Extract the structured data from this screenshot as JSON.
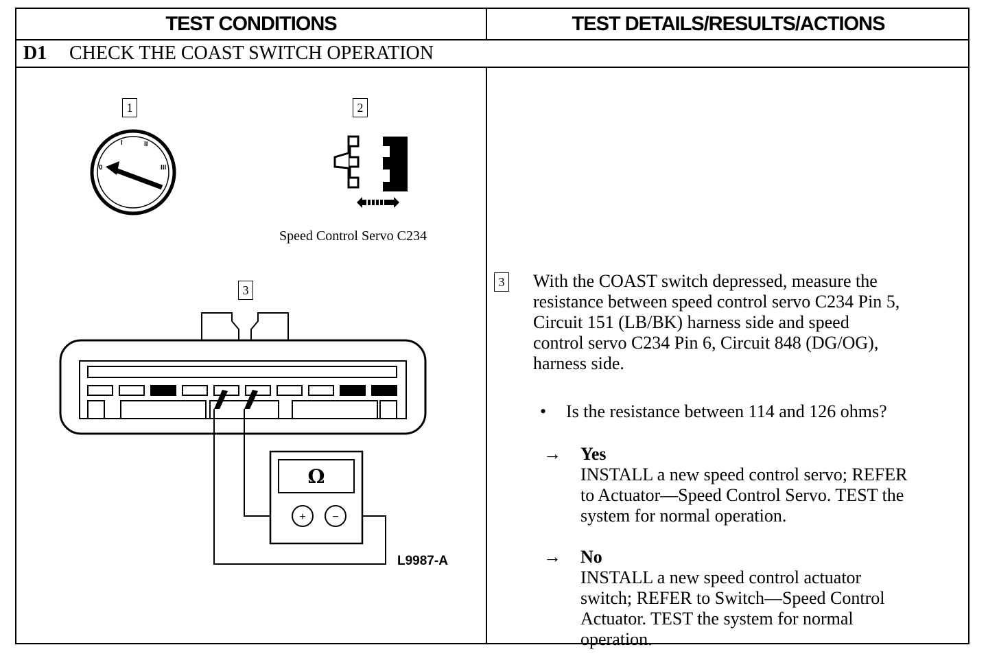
{
  "header": {
    "left": "TEST CONDITIONS",
    "right": "TEST DETAILS/RESULTS/ACTIONS"
  },
  "step": {
    "id": "D1",
    "title": "CHECK THE COAST SWITCH OPERATION"
  },
  "figure": {
    "callouts": [
      "1",
      "2",
      "3"
    ],
    "ignition_marks": [
      "0",
      "I",
      "II",
      "III"
    ],
    "servo_caption": "Speed Control Servo C234",
    "meter_symbol": "Ω",
    "meter_plus": "+",
    "meter_minus": "−",
    "figure_id": "L9987-A"
  },
  "details": {
    "callout": "3",
    "instruction_lines": [
      "With the COAST switch depressed, measure the",
      "resistance between speed control servo C234 Pin 5,",
      "Circuit 151 (LB/BK) harness side and speed",
      "control servo C234 Pin 6, Circuit 848 (DG/OG),",
      "harness side."
    ],
    "bullet_mark": "•",
    "question": "Is the resistance between 114 and 126 ohms?",
    "yes": {
      "arrow": "→",
      "label": "Yes",
      "lines": [
        "INSTALL a new speed control servo; REFER",
        "to Actuator—Speed Control Servo. TEST the",
        "system for normal operation."
      ]
    },
    "no": {
      "arrow": "→",
      "label": "No",
      "lines": [
        "INSTALL a new speed control actuator",
        "switch; REFER to Switch—Speed Control",
        "Actuator. TEST the system for normal",
        "operation."
      ]
    }
  }
}
